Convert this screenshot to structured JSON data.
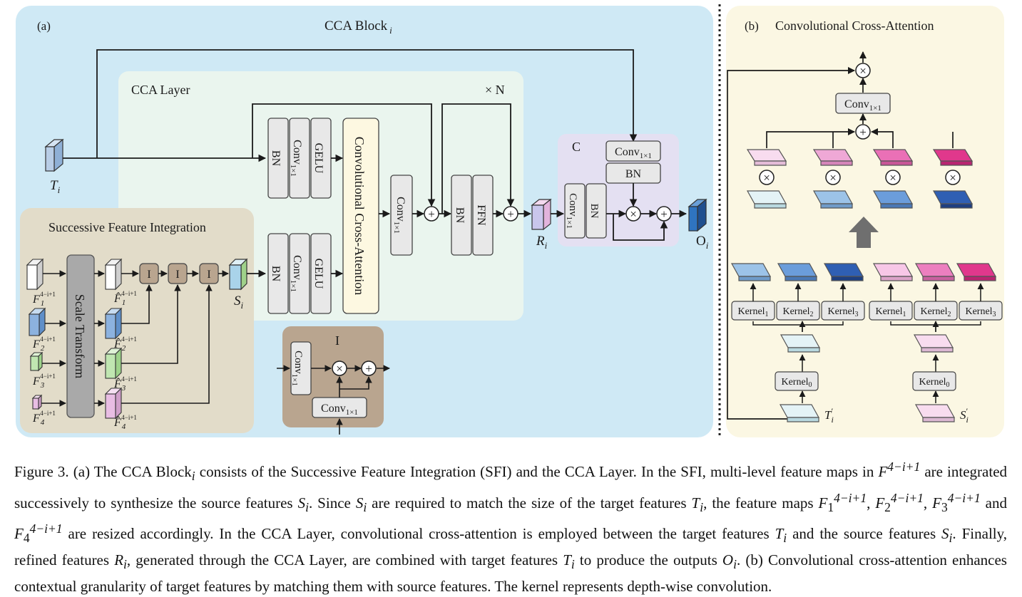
{
  "panel_a": {
    "tag": "(a)",
    "block_title": "CCA Block",
    "block_title_sub": "i",
    "cca_layer_title": "CCA Layer",
    "repeat_label": "× N",
    "sfi_title": "Successive Feature Integration",
    "scale_transform": "Scale Transform",
    "conv_cross_attention": "Convolutional Cross-Attention",
    "bn": "BN",
    "gelu": "GELU",
    "ffn": "FFN",
    "conv": "Conv",
    "conv_sub": "1×1",
    "integration_unit": "I",
    "combine_title": "C",
    "plus_symbol": "+",
    "times_symbol": "×",
    "target_label": "T",
    "source_label": "S",
    "refined_label": "R",
    "output_label": "O",
    "subscript_i": "i",
    "feature_main": "F",
    "feature_sup": "4−i+1",
    "feature_hat": "F̂",
    "feature_indices": [
      "1",
      "2",
      "3",
      "4"
    ]
  },
  "panel_b": {
    "tag": "(b)",
    "title": "Convolutional Cross-Attention",
    "conv": "Conv",
    "conv_sub": "1×1",
    "kernel": "Kernel",
    "kernel_indices": [
      "1",
      "2",
      "3"
    ],
    "kernel_zero": "0",
    "target_input": "T",
    "source_input": "S",
    "prime_sub": "i",
    "plus_symbol": "+",
    "times_symbol": "×"
  },
  "caption": {
    "lines": [
      "Figure 3. (a) The CCA Block",
      "i",
      " consists of the Successive Feature Integration (SFI) and the CCA Layer. In the SFI, multi-level feature maps in ",
      "F",
      "4−i+1",
      " are integrated successively to synthesize the source features ",
      "S",
      "i",
      ". Since ",
      "S",
      "i",
      " are required to match the size of the target features ",
      "T",
      "i",
      ", the feature maps ",
      "F",
      "1",
      "4−i+1",
      ", ",
      "F",
      "2",
      "4−i+1",
      ", ",
      "F",
      "3",
      "4−i+1",
      " and ",
      "F",
      "4",
      "4−i+1",
      " are resized accordingly. In the CCA Layer, convolutional cross-attention is employed between the target features ",
      "T",
      "i",
      " and the source features ",
      "S",
      "i",
      ". Finally, refined features ",
      "R",
      "i",
      ", generated through the CCA Layer, are combined with target features ",
      "T",
      "i",
      " to produce the outputs ",
      "O",
      "i",
      ". (b) Convolutional cross-attention enhances contextual granularity of target features by matching them with source features. The kernel represents depth-wise convolution."
    ]
  },
  "colors": {
    "panel_a_bg": "#cfe9f5",
    "cca_layer_bg": "#eaf5ee",
    "sfi_bg": "#e2dcc9",
    "combine_bg": "#e4e0f2",
    "integration_bg": "#b9a58f",
    "panel_b_bg": "#fbf7e3",
    "module_fill": "#e8e8e8",
    "cross_attention_fill": "#fdf8e1",
    "scale_transform_fill": "#a9a9a9"
  }
}
